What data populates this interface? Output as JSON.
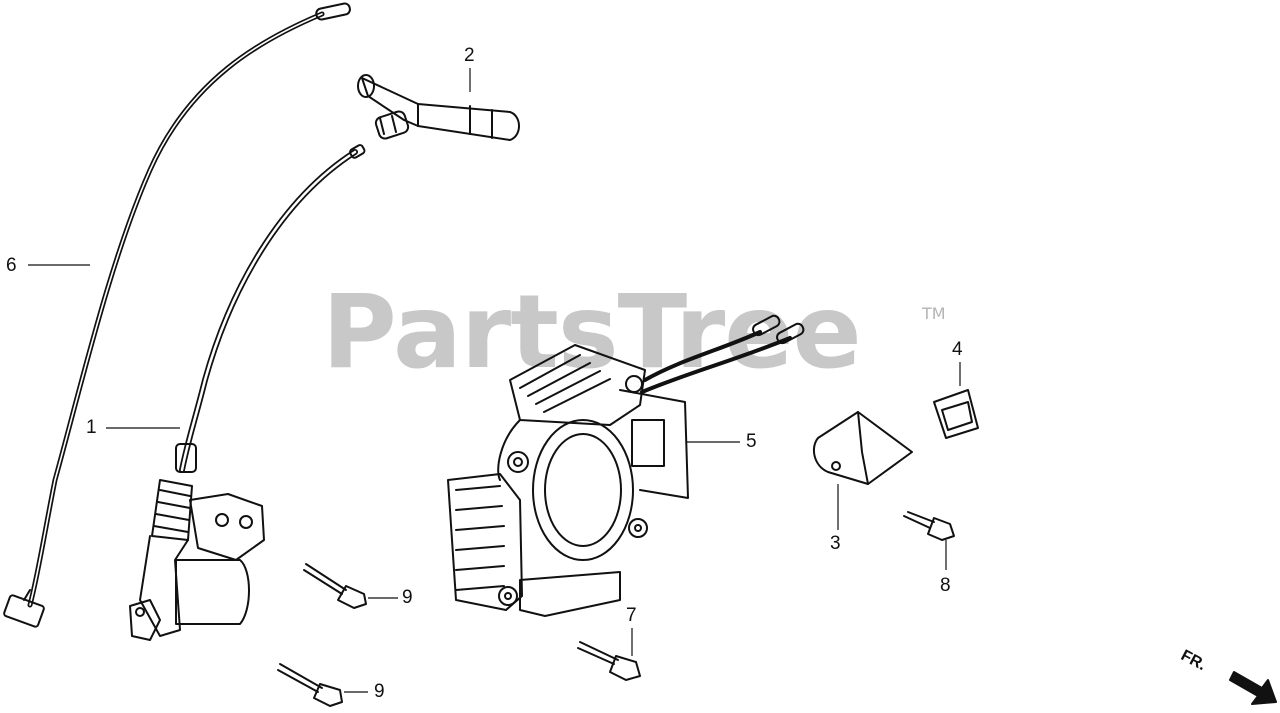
{
  "watermark": {
    "text": "PartsTree",
    "trademark": "TM"
  },
  "callouts": {
    "c1": "1",
    "c2": "2",
    "c3": "3",
    "c4": "4",
    "c5": "5",
    "c6": "6",
    "c7": "7",
    "c8": "8",
    "c9a": "9",
    "c9b": "9"
  },
  "direction_label": "FR.",
  "colors": {
    "ink": "#111111",
    "watermark": "#c8c8c8",
    "background": "#ffffff"
  }
}
